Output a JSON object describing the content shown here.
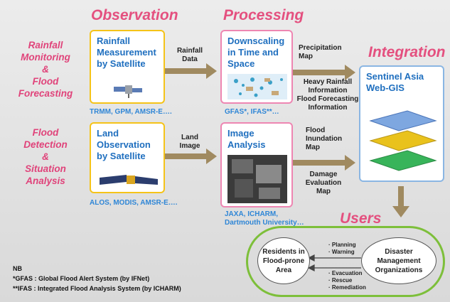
{
  "headers": {
    "observation": "Observation",
    "processing": "Processing",
    "integration": "Integration",
    "users": "Users"
  },
  "rows": {
    "rainfall_label": "Rainfall\nMonitoring\n&\nFlood\nForecasting",
    "flood_label": "Flood\nDetection\n&\nSituation\nAnalysis"
  },
  "boxes": {
    "rainfall_measurement": "Rainfall\nMeasurement\nby Satellite",
    "downscaling": "Downscaling\nin Time and\nSpace",
    "land_observation": "Land\nObservation\nby Satellite",
    "image_analysis": "Image\nAnalysis",
    "webgis": "Sentinel Asia\nWeb-GIS"
  },
  "sources": {
    "rainfall_sat": "TRMM, GPM, AMSR-E….",
    "downscaling": "GFAS*, IFAS**…",
    "land_sat": "ALOS, MODIS, AMSR-E….",
    "image_analysis": "JAXA, ICHARM,\nDartmouth University…"
  },
  "arrow_labels": {
    "rainfall_data": "Rainfall\nData",
    "land_image": "Land\nImage",
    "precipitation_map": "Precipitation\nMap",
    "heavy_rainfall": "Heavy Rainfall\nInformation\nFlood Forecasting\nInformation",
    "inundation_map": "Flood\nInundation\nMap",
    "damage_map": "Damage\nEvaluation\nMap"
  },
  "users": {
    "residents": "Residents in\nFlood-prone\nArea",
    "disaster_mgmt": "Disaster\nManagement\nOrganizations",
    "planning_warning": "· Planning\n· Warning",
    "evacuation": "· Evacuation\n· Rescue\n· Remediation"
  },
  "notes": {
    "nb": "NB",
    "gfas": "*GFAS : Global Flood Alert System (by IFNet)",
    "ifas": "**IFAS : Integrated Flood Analysis System (by ICHARM)"
  },
  "colors": {
    "heading": "#e4507f",
    "box_title": "#1f6fbf",
    "observation_border": "#f5c318",
    "processing_border": "#ee86b2",
    "integration_border": "#8ab6e3",
    "arrow": "#a08a60",
    "users_border": "#7dbf3a"
  }
}
